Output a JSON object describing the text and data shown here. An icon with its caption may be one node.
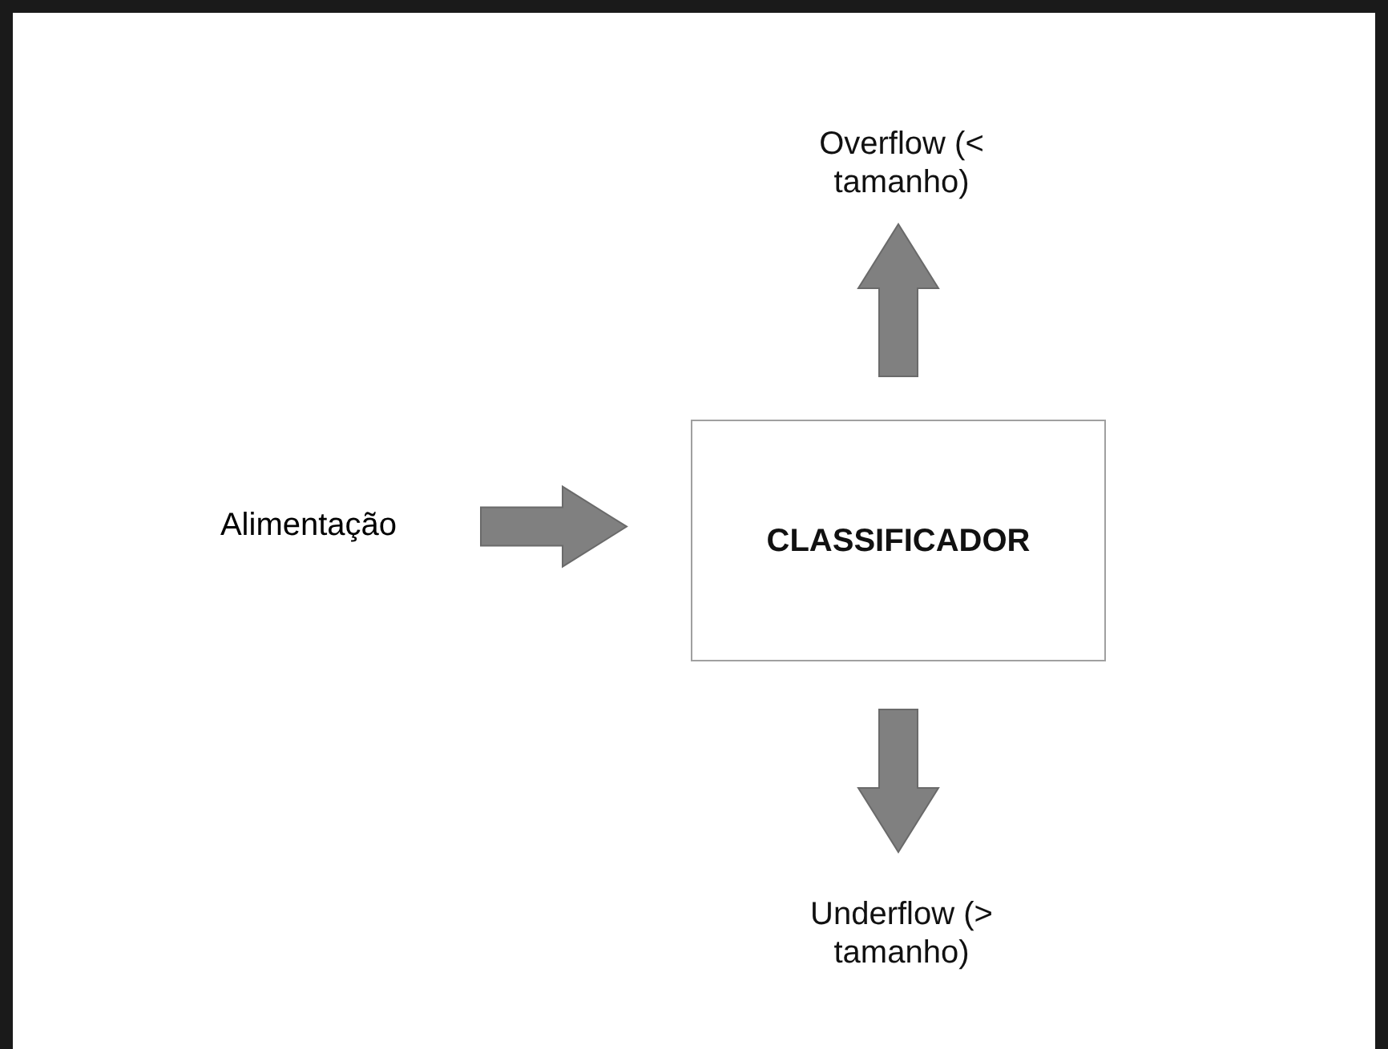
{
  "diagram": {
    "nodes": [
      {
        "text": [
          "Alimentação"
        ]
      },
      {
        "text": [
          "CLASSIFICADOR"
        ]
      },
      {
        "text": [
          "Overflow (< tamanho)"
        ]
      },
      {
        "text": [
          "Underflow (> tamanho)"
        ]
      }
    ],
    "edges": [
      {
        "from": 0,
        "to": 1,
        "arrow": "to"
      },
      {
        "from": 1,
        "to": 2,
        "arrow": "to"
      },
      {
        "from": 1,
        "to": 3,
        "arrow": "to"
      }
    ]
  }
}
